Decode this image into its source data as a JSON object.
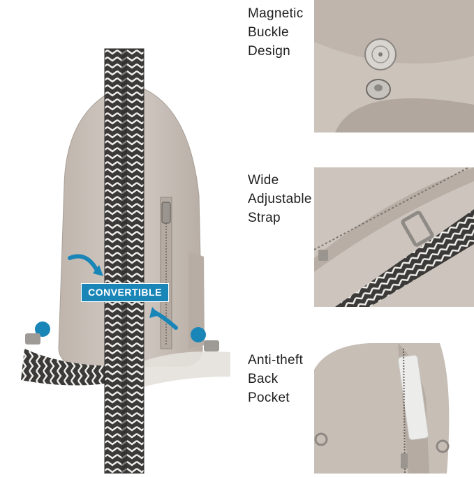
{
  "badge": {
    "label": "CONVERTIBLE"
  },
  "features": [
    {
      "label": "Magnetic\nBuckle\nDesign"
    },
    {
      "label": "Wide\nAdjustable\nStrap"
    },
    {
      "label": "Anti-theft\nBack\nPocket"
    }
  ],
  "colors": {
    "bag": "#c9c0b8",
    "accent": "#1a86b8",
    "strap_dark": "#3a3a3a",
    "strap_light": "#f2f0ec"
  }
}
